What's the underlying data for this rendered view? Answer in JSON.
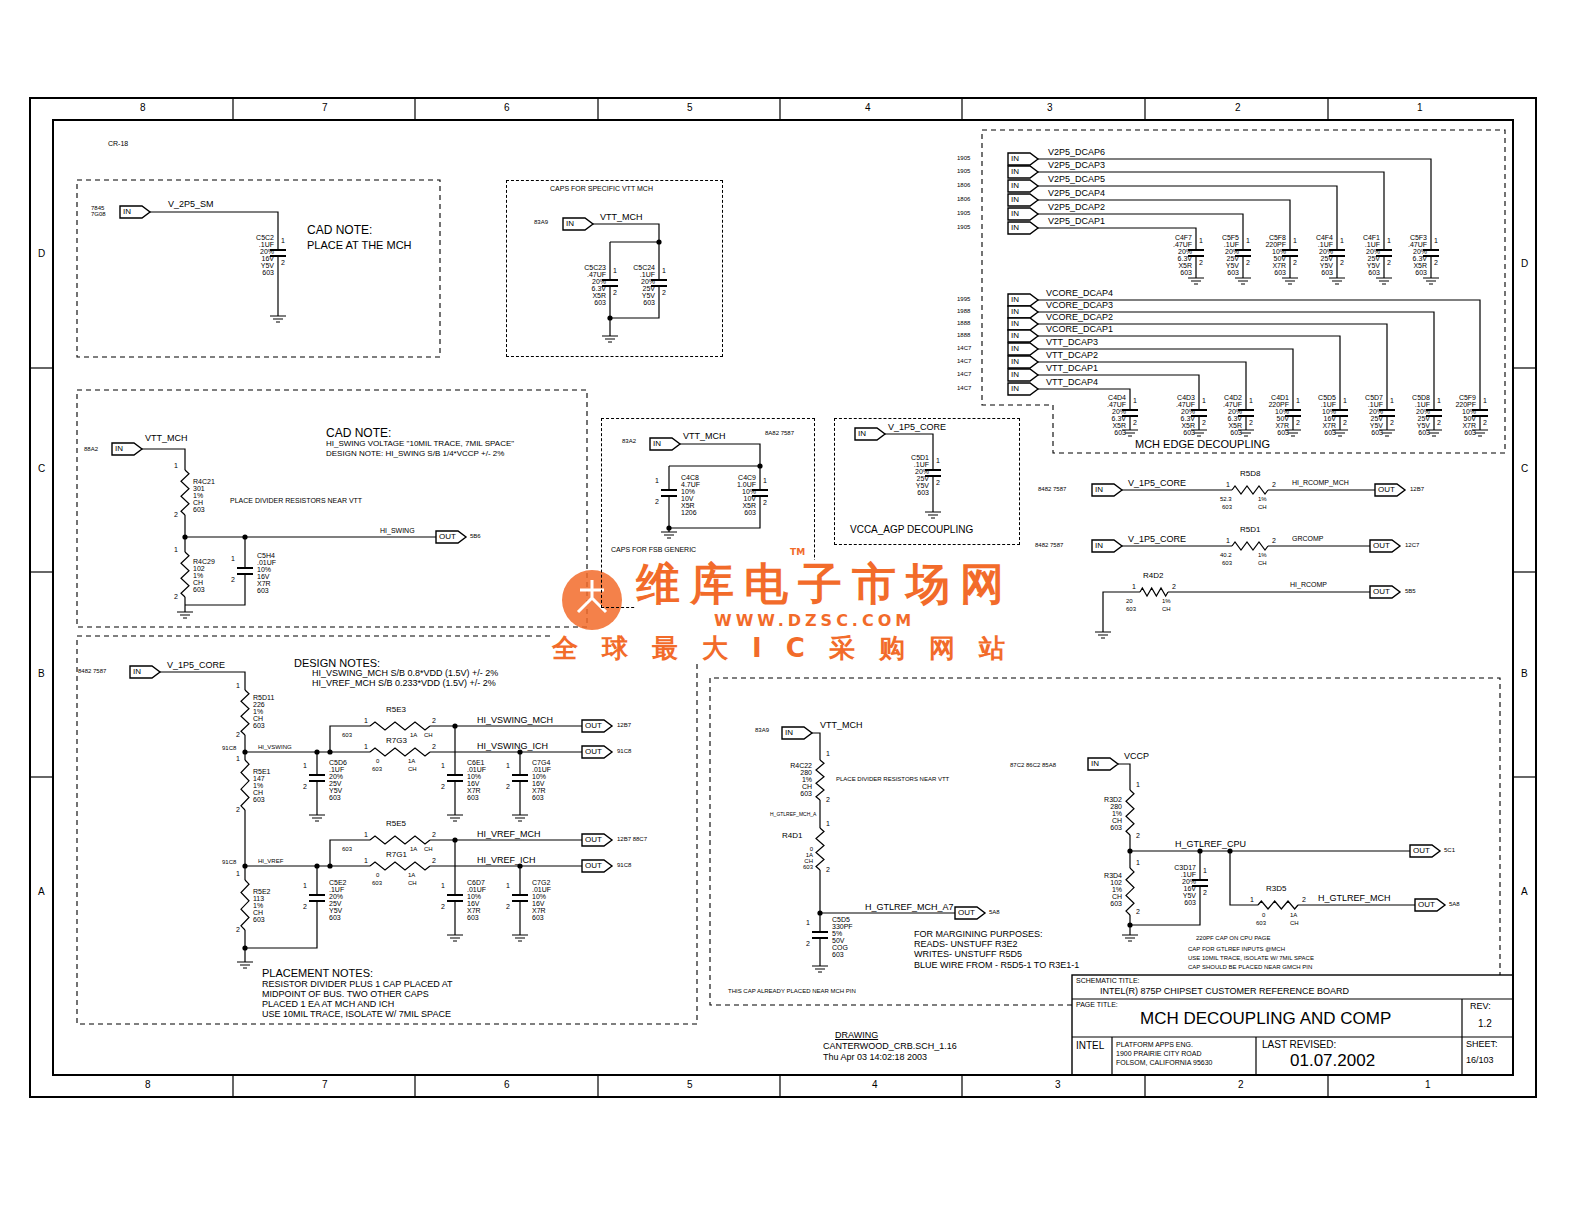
{
  "diagram": {
    "nodes": [
      {
        "text": [
          "CAPS FOR SPECIFIC VTT MCH"
        ]
      },
      {
        "text": [
          "CAPS FOR FSB GENERIC"
        ]
      },
      {
        "text": [
          "VCCA_AGP DECOUPLING"
        ]
      },
      {
        "text": [
          "MCH EDGE DECOUPLING"
        ]
      }
    ],
    "labels": [
      "8",
      "7",
      "6",
      "5",
      "4",
      "3",
      "2",
      "1",
      "8",
      "7",
      "6",
      "5",
      "4",
      "3",
      "2",
      "1",
      "D",
      "C",
      "B",
      "A",
      "D",
      "C",
      "B",
      "A",
      "CR-18",
      "7845 7G08",
      "IN",
      "V_2P5_SM",
      "CAD NOTE:",
      "PLACE AT THE MCH",
      "C5C2 .1UF 20% 16V Y5V 603",
      "1",
      "2",
      "83A9",
      "IN",
      "VTT_MCH",
      "C5C23 .47UF 20% 6.3V X5R 603",
      "1",
      "2",
      "C5C24 .1UF 20% 25V Y5V 603",
      "1",
      "2",
      "1905",
      "IN",
      "V2P5_DCAP6",
      "1905",
      "IN",
      "V2P5_DCAP3",
      "1806",
      "IN",
      "V2P5_DCAP5",
      "1806",
      "IN",
      "V2P5_DCAP4",
      "1905",
      "IN",
      "V2P5_DCAP2",
      "1905",
      "IN",
      "V2P5_DCAP1",
      "C4F7 .47UF 20% 6.3V X5R 603",
      "1",
      "2",
      "C5F5 .1UF 20% 25V Y5V 603",
      "1",
      "2",
      "C5F8 220PF 10% 50V X7R 603",
      "1",
      "2",
      "C4F4 .1UF 20% 25V Y5V 603",
      "1",
      "2",
      "C4F1 .1UF 20% 25V Y5V 603",
      "1",
      "2",
      "C5F3 .47UF 20% 6.3V X5R 603",
      "1",
      "2",
      "1995",
      "IN",
      "VCORE_DCAP4",
      "1988",
      "IN",
      "VCORE_DCAP3",
      "1888",
      "IN",
      "VCORE_DCAP2",
      "1888",
      "IN",
      "VCORE_DCAP1",
      "14C7",
      "IN",
      "VTT_DCAP3",
      "14C7",
      "IN",
      "VTT_DCAP2",
      "14C7",
      "IN",
      "VTT_DCAP1",
      "14C7",
      "IN",
      "VTT_DCAP4",
      "C4D4 .47UF 20% 6.3V X5R 603",
      "1",
      "2",
      "C4D3 .47UF 20% 6.3V X5R 603",
      "1",
      "2",
      "C4D2 .47UF 20% 6.3V X5R 603",
      "1",
      "2",
      "C4D1 220PF 10% 50V X7R 603",
      "1",
      "2",
      "C5D5 .1UF 10% 16V X7R 603",
      "1",
      "2",
      "C5D7 .1UF 20% 25V Y5V 603",
      "1",
      "2",
      "C5D8 .1UF 20% 25V Y5V 603",
      "1",
      "2",
      "C5F9 220PF 10% 50V X7R 603",
      "1",
      "2",
      "88A2",
      "IN",
      "VTT_MCH",
      "CAD NOTE:",
      "HI_SWING VOLTAGE \"10MIL TRACE, 7MIL SPACE\"",
      "DESIGN NOTE: HI_SWING S/B 1/4*VCCP +/- 2%",
      "1",
      "R4C21 301 1% CH 603",
      "2",
      "PLACE DIVIDER RESISTORS NEAR VTT",
      "HI_SWING",
      "OUT",
      "5B6",
      "1",
      "R4C29 102 1% CH 603",
      "2",
      "C5H4 .01UF 10% 16V X7R 603",
      "1",
      "2",
      "8A82 7587",
      "83A2",
      "IN",
      "VTT_MCH",
      "C4C8 4.7UF 10% 10V X5R 1206",
      "1",
      "2",
      "C4C9 1.0UF 10% 10V X5R 603",
      "1",
      "2",
      "IN",
      "V_1P5_CORE",
      "C5D1 .1UF 20% 25V Y5V 603",
      "1",
      "2",
      "8482 7587",
      "IN",
      "V_1P5_CORE",
      "R5D8",
      "1",
      "2",
      "52.3",
      "1%",
      "603",
      "CH",
      "HI_RCOMP_MCH",
      "OUT",
      "12B7",
      "8482 7587",
      "IN",
      "V_1P5_CORE",
      "R5D1",
      "1",
      "2",
      "40.2",
      "1%",
      "603",
      "CH",
      "GRCOMP",
      "OUT",
      "12C7",
      "R4D2",
      "1",
      "2",
      "20",
      "1%",
      "603",
      "CH",
      "HI_RCOMP",
      "OUT",
      "5B5",
      "维库电子市场网",
      "TM",
      "WWW.DZSC.COM",
      "全球最大IC采购网站",
      "8482 7587",
      "IN",
      "V_1P5_CORE",
      "DESIGN NOTES:",
      "HI_VSWING_MCH S/B 0.8*VDD (1.5V) +/- 2%",
      "HI_VREF_MCH S/B 0.233*VDD (1.5V) +/- 2%",
      "1",
      "R5D11 226 1% CH 603",
      "2",
      "91C8",
      "HI_VSWING",
      "1",
      "R5E1 147 1% CH 603",
      "2",
      "91C8",
      "HI_VREF",
      "1",
      "R5E2 113 1% CH 603",
      "2",
      "R5E3",
      "1",
      "2",
      "603",
      "1A",
      "CH",
      "HI_VSWING_MCH",
      "OUT",
      "12B7",
      "R7G3",
      "1",
      "2",
      "0",
      "603",
      "1A",
      "CH",
      "HI_VSWING_ICH",
      "OUT",
      "91C8",
      "C5D6 .1UF 20% 25V Y5V 603",
      "1",
      "2",
      "C6E1 .01UF 10% 16V X7R 603",
      "1",
      "2",
      "C7G4 .01UF 10% 16V X7R 603",
      "1",
      "2",
      "R5E5",
      "1",
      "2",
      "603",
      "1A",
      "CH",
      "HI_VREF_MCH",
      "OUT",
      "12B7 88C7",
      "R7G1",
      "1",
      "2",
      "0",
      "603",
      "1A",
      "CH",
      "HI_VREF_ICH",
      "OUT",
      "91C8",
      "C5E2 .1UF 20% 25V Y5V 603",
      "1",
      "2",
      "C6D7 .01UF 10% 16V X7R 603",
      "1",
      "2",
      "C7G2 .01UF 10% 16V X7R 603",
      "1",
      "2",
      "PLACEMENT NOTES:",
      "RESISTOR DIVIDER PLUS 1 CAP PLACED AT",
      "MIDPOINT OF BUS.  TWO OTHER CAPS",
      "PLACED 1 EA AT MCH AND ICH",
      "USE 10MIL TRACE, ISOLATE W/ 7MIL SPACE",
      "83A9",
      "IN",
      "VTT_MCH",
      "1",
      "R4C22 280 1% CH 603",
      "2",
      "PLACE DIVIDER RESISTORS NEAR VTT",
      "H_GTLREF_MCH_A",
      "R4D1",
      "0 1A CH 603",
      "1",
      "2",
      "H_GTLREF_MCH_A7",
      "OUT",
      "5A8",
      "C5D5 330PF 5% 50V COG 603",
      "1",
      "2",
      "THIS CAP ALREADY PLACED NEAR MCH PIN",
      "87C2 86C2 85A8",
      "IN",
      "VCCP",
      "R3D2 280 1% CH 603",
      "1",
      "2",
      "H_GTLREF_CPU",
      "OUT",
      "5C1",
      "R3D4 102 1% CH 603",
      "1",
      "2",
      "C3D17 .1UF 20% 16V Y5V 603",
      "1",
      "2",
      "H_GTLREF_MCH",
      "OUT",
      "5A8",
      "R3D5",
      "1",
      "2",
      "0",
      "603",
      "1A",
      "CH",
      "220PF CAP ON CPU PAGE",
      "CAP FOR GTLREF INPUTS @MCH",
      "USE 10MIL TRACE, ISOLATE W/ 7MIL SPACE",
      "CAP SHOULD BE PLACED NEAR GMCH PIN",
      "FOR MARGINING PURPOSES:",
      "READS- UNSTUFF R3E2",
      "WRITES- UNSTUFF R5D5",
      "BLUE WIRE FROM - R5D5-1 TO R3E1-1",
      "DRAWING",
      "CANTERWOOD_CRB.SCH_1.16",
      "Thu Apr 03 14:02:18 2003",
      "SCHEMATIC TITLE:",
      "INTEL(R) 875P CHIPSET CUSTOMER REFERENCE BOARD",
      "REV:",
      "1.2",
      "PAGE TITLE:",
      "MCH DECOUPLING AND COMP",
      "INTEL",
      "PLATFORM APPS ENG.",
      "1900 PRAIRIE CITY ROAD",
      "FOLSOM, CALIFORNIA 95630",
      "LAST REVISED:",
      "01.07.2002",
      "SHEET:",
      "16/103"
    ]
  }
}
